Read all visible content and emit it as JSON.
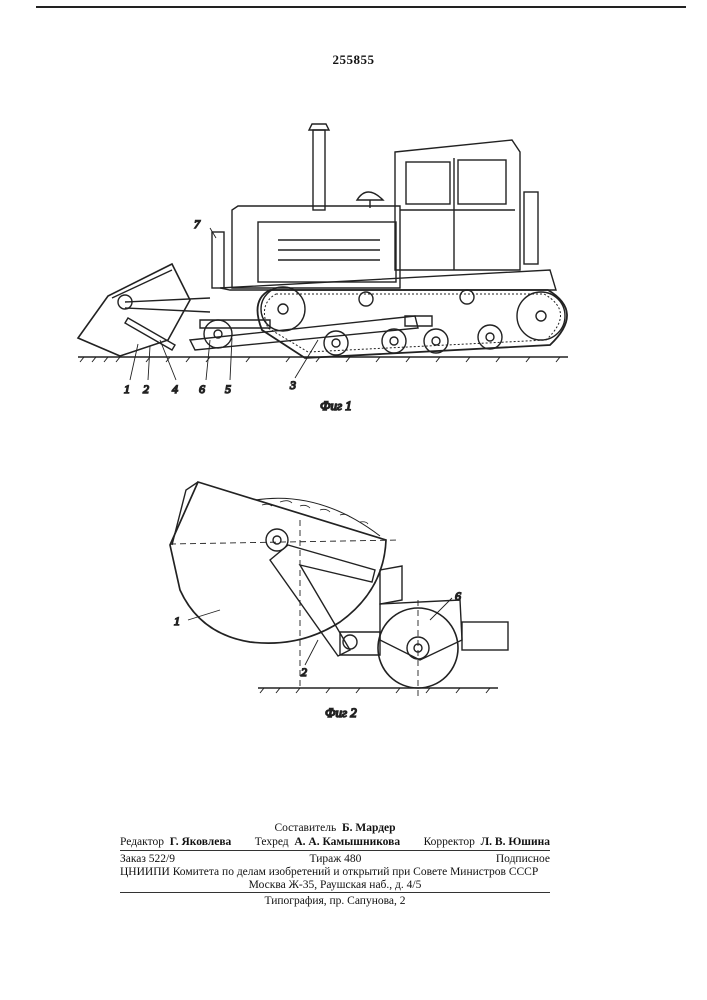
{
  "header": {
    "patent_number": "255855"
  },
  "figure1": {
    "caption": "Фиг 1",
    "callouts": [
      "1",
      "2",
      "4",
      "6",
      "5",
      "3",
      "7"
    ]
  },
  "figure2": {
    "caption": "Фиг 2",
    "callouts": [
      "1",
      "2",
      "6"
    ]
  },
  "colophon": {
    "compiler_label": "Составитель",
    "compiler_name": "Б. Мардер",
    "editor_label": "Редактор",
    "editor_name": "Г. Яковлева",
    "techred_label": "Техред",
    "techred_name": "А. А. Камышникова",
    "corrector_label": "Корректор",
    "corrector_name": "Л. В. Юшина",
    "order": "Заказ 522/9",
    "circulation": "Тираж 480",
    "subscription": "Подписное",
    "institute": "ЦНИИПИ Комитета по делам изобретений и открытий при Совете Министров СССР",
    "address": "Москва Ж-35, Раушская наб., д. 4/5",
    "printing": "Типография, пр. Сапунова, 2"
  }
}
